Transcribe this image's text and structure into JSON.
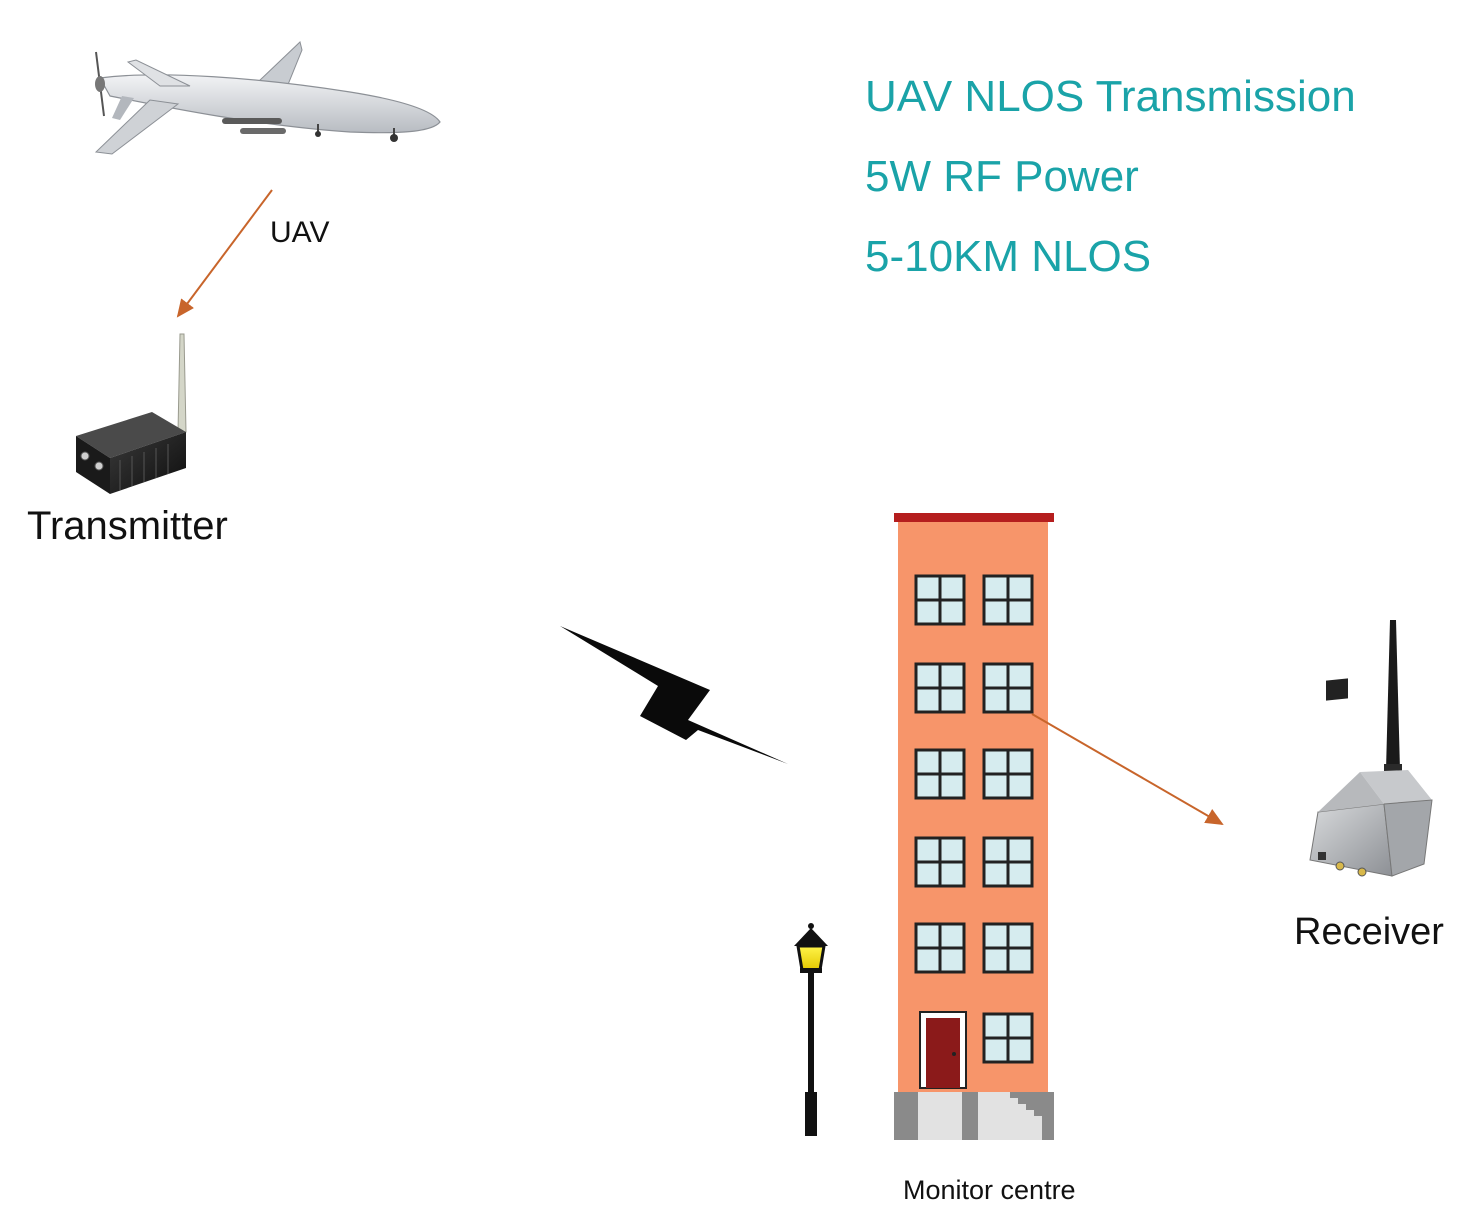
{
  "headlines": {
    "line1": "UAV NLOS Transmission",
    "line2": "5W RF Power",
    "line3": "5-10KM NLOS"
  },
  "labels": {
    "uav": "UAV",
    "transmitter": "Transmitter",
    "receiver": "Receiver",
    "monitor_centre": "Monitor centre"
  },
  "colors": {
    "headline": "#1aa3a8",
    "arrow": "#c8652b",
    "building": "#f7956a",
    "roof": "#b51e1e",
    "door": "#8b1a1a"
  },
  "icons": {
    "uav": "uav-drone-icon",
    "transmitter": "transmitter-box-icon",
    "receiver": "receiver-box-icon",
    "building": "building-icon",
    "lamp": "street-lamp-icon",
    "signal": "lightning-signal-icon"
  }
}
